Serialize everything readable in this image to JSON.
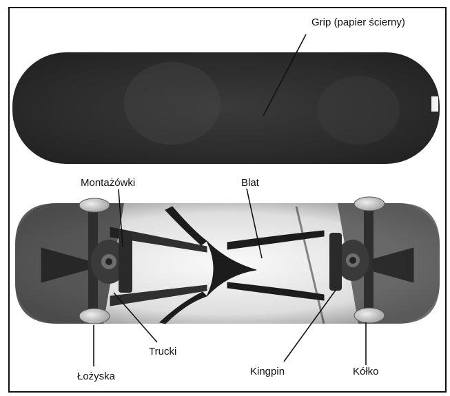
{
  "labels": {
    "grip": "Grip (papier ścierny)",
    "montazowki": "Montażówki",
    "blat": "Blat",
    "trucki": "Trucki",
    "lozyska": "Łożyska",
    "kingpin": "Kingpin",
    "kolko": "Kółko"
  },
  "colors": {
    "frame": "#111111",
    "grip": "#2b2b2b",
    "deck_light": "#e8e8e8",
    "graphic_dark": "#1c1c1c",
    "truck": "#3a3a3a",
    "wheel": "#cfcfcf",
    "leader_line": "#111111"
  }
}
